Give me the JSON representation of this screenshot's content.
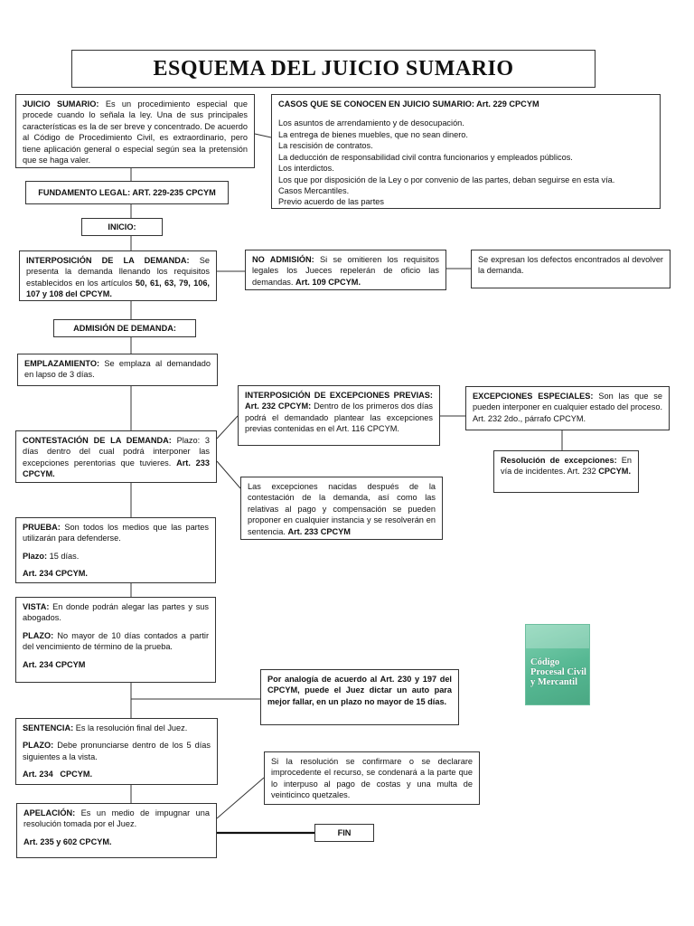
{
  "title": "ESQUEMA DEL JUICIO SUMARIO",
  "juicio_sumario": {
    "label": "JUICIO SUMARIO:",
    "text": " Es un procedimiento especial que procede cuando lo señala la ley. Una de sus principales características es la de ser breve y concentrado. De acuerdo al Código de Procedimiento Civil, es extraordinario, pero tiene aplicación general o especial según sea la pretensión que se haga valer."
  },
  "casos": {
    "heading": "CASOS QUE SE CONOCEN EN JUICIO SUMARIO: Art. 229 CPCYM",
    "items": [
      "Los asuntos de arrendamiento y de desocupación.",
      "La entrega de bienes muebles, que no sean dinero.",
      "La rescisión de contratos.",
      "La deducción de responsabilidad civil contra funcionarios y empleados públicos.",
      "Los interdictos.",
      "Los que por disposición de la Ley o por convenio de las partes, deban seguirse en esta vía.",
      "Casos Mercantiles.",
      "Previo acuerdo de las partes"
    ]
  },
  "fundamento": "FUNDAMENTO LEGAL: ART. 229-235 CPCYM",
  "inicio": "INICIO:",
  "interposicion": {
    "label": "INTERPOSICIÓN DE LA DEMANDA:",
    "text": " Se presenta la demanda llenando los requisitos establecidos en los artículos ",
    "bold_tail": "50, 61, 63, 79, 106, 107 y 108 del CPCYM."
  },
  "no_admision": {
    "label": "NO ADMISIÓN:",
    "text": " Si se omitieren los requisitos legales los Jueces repelerán de oficio las demandas. ",
    "bold_tail": "Art. 109 CPCYM."
  },
  "defectos": "Se expresan los defectos encontrados al devolver la demanda.",
  "admision": "ADMISIÓN DE DEMANDA:",
  "emplazamiento": {
    "label": "EMPLAZAMIENTO:",
    "text": " Se emplaza al demandado en lapso de 3 días."
  },
  "excepciones_previas": {
    "label": "INTERPOSICIÓN DE EXCEPCIONES PREVIAS: Art. 232 CPCYM:",
    "text": " Dentro de los primeros dos días podrá el demandado plantear las excepciones previas contenidas en el Art. 116 CPCYM."
  },
  "excepciones_especiales": {
    "label": "EXCEPCIONES ESPECIALES:",
    "text": " Son las que se pueden interponer en cualquier estado del proceso. Art. 232 2do., párrafo CPCYM."
  },
  "resolucion_excepciones": {
    "label": "Resolución de excepciones:",
    "text": " En vía de incidentes. Art. 232 ",
    "bold_tail": "CPCYM."
  },
  "contestacion": {
    "label": "CONTESTACIÓN DE LA DEMANDA:",
    "text": " Plazo: 3 días dentro del cual podrá interponer las excepciones perentorias que tuvieres. ",
    "bold_tail": "Art. 233 CPCYM."
  },
  "excepciones_nacidas": {
    "text": "Las excepciones nacidas después de la contestación de la demanda, así como las relativas al pago y compensación se pueden proponer en cualquier instancia y se resolverán en sentencia. ",
    "bold_tail": "Art. 233 CPCYM"
  },
  "prueba": {
    "label": "PRUEBA:",
    "text": " Son todos los medios que las partes utilizarán para defenderse.",
    "plazo_label": "Plazo:",
    "plazo_text": " 15 días.",
    "art": "Art. 234 CPCYM."
  },
  "vista": {
    "label": "VISTA:",
    "text": " En donde podrán alegar las partes y sus abogados.",
    "plazo_label": "PLAZO:",
    "plazo_text": " No mayor de 10 días contados a partir del vencimiento de término de la prueba.",
    "art": "Art. 234 CPCYM"
  },
  "analogia": "Por analogía de acuerdo al Art. 230 y 197 del CPCYM, puede el Juez dictar un auto para mejor fallar, en un plazo no mayor de 15 días.",
  "sentencia": {
    "label": "SENTENCIA:",
    "text": " Es la resolución final del Juez.",
    "plazo_label": "PLAZO:",
    "plazo_text": " Debe pronunciarse dentro de los 5 días siguientes a la vista.",
    "art": "Art. 234   CPCYM."
  },
  "recurso": "Si la resolución se confirmare o se declarare improcedente el recurso, se condenará a la parte que lo interpuso al pago de costas y una multa de veinticinco quetzales.",
  "apelacion": {
    "label": "APELACIÓN:",
    "text": " Es un medio de impugnar una resolución tomada por el Juez.",
    "art": "Art. 235 y 602 CPCYM."
  },
  "fin": "FIN",
  "book_cover": {
    "title": "Código Procesal Civil y Mercantil",
    "colors": {
      "cover": "#56b893",
      "title_text": "#ffffff"
    }
  }
}
